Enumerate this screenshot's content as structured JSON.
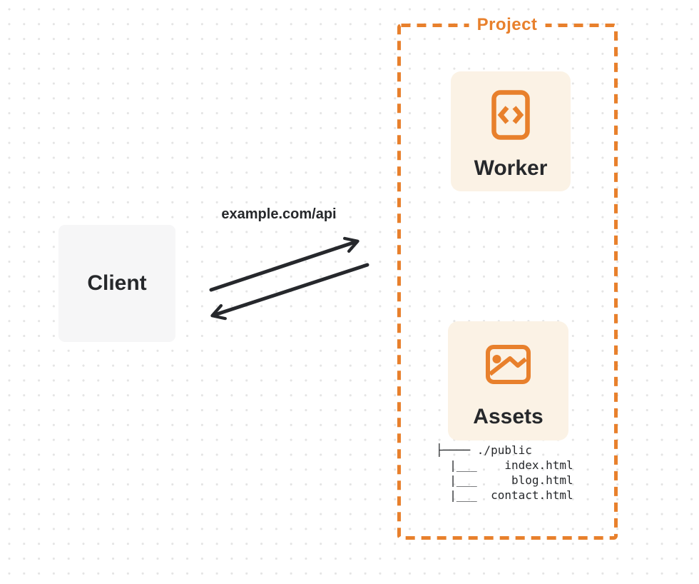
{
  "colors": {
    "accent": "#E8802C",
    "panel_fill": "#FBF2E5",
    "text_dark": "#26282B",
    "client_fill": "#F6F6F7",
    "arrow": "#26282C",
    "dot": "#E4E4E4",
    "bg": "#FFFFFF"
  },
  "project": {
    "label": "Project",
    "worker": {
      "label": "Worker",
      "icon": "code-file-icon"
    },
    "assets": {
      "label": "Assets",
      "icon": "image-icon"
    },
    "tree": {
      "lines": [
        "├──── ./public",
        "  |___    index.html",
        "  |___     blog.html",
        "  |___  contact.html"
      ]
    }
  },
  "client": {
    "label": "Client"
  },
  "connection": {
    "label": "example.com/api"
  }
}
